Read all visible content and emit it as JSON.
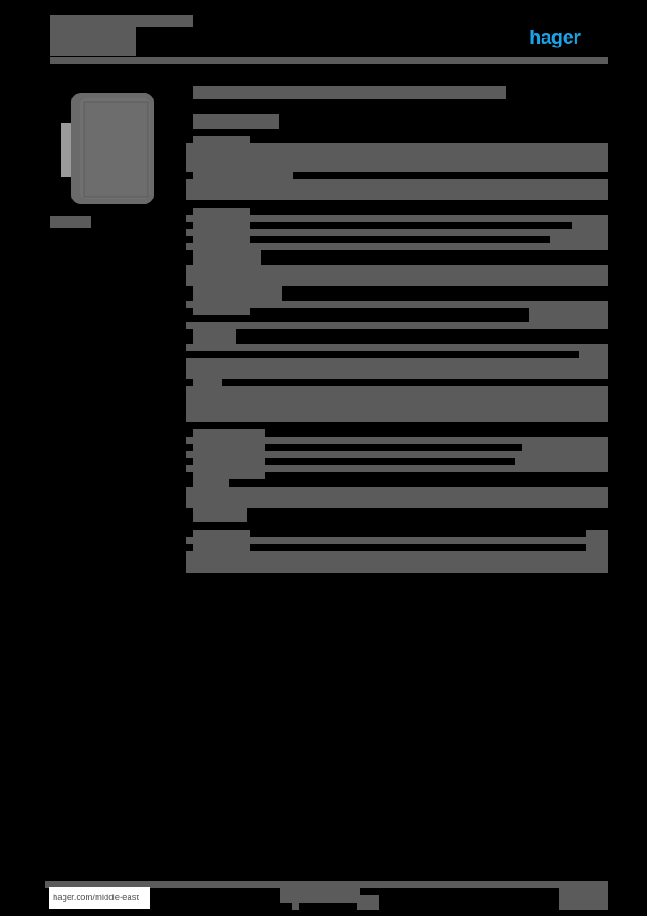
{
  "header": {
    "title_redacted": true,
    "brand_logo": "hager",
    "brand_color": "#1aa3e8"
  },
  "product": {
    "image": "grey-weatherproof-switch",
    "caption_redacted": true
  },
  "main": {
    "heading_redacted": true,
    "sections_redacted": true
  },
  "footer": {
    "url": "hager.com/middle-east"
  },
  "colors": {
    "block": "#5a5b5a",
    "background": "#000000",
    "accent": "#1aa3e8"
  }
}
